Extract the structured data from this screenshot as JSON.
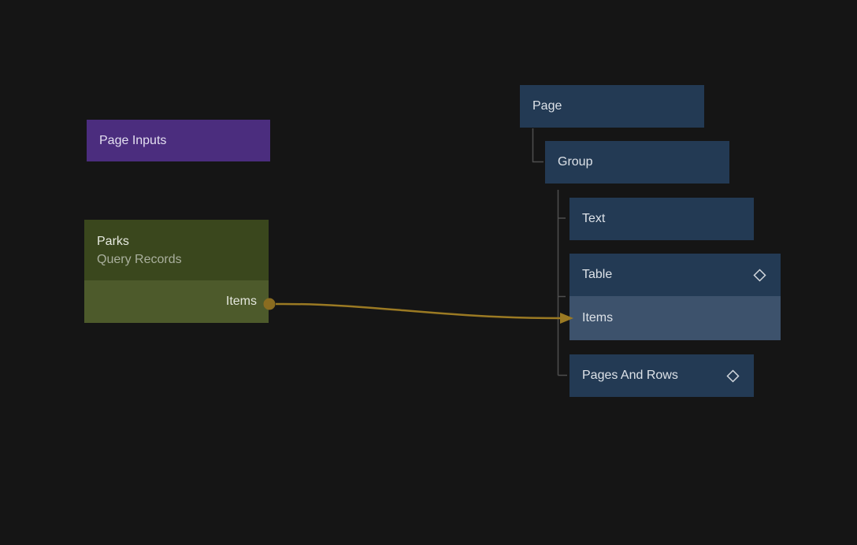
{
  "app": {
    "background_color": "#151515",
    "view": "component-canvas"
  },
  "nodes": {
    "page_inputs": {
      "label": "Page Inputs",
      "color": "#4b2d7e",
      "text_color": "#e3dff0"
    },
    "query": {
      "title": "Parks",
      "subtitle": "Query Records",
      "header_color": "#3a471d",
      "footer_color": "#4d5a2b",
      "title_color": "#e7eae0",
      "subtitle_color": "#a9af9d",
      "output_port": {
        "label": "Items",
        "label_color": "#e4e7dd",
        "port_color": "#8a6c20"
      }
    }
  },
  "tree": {
    "node_color": "#233a54",
    "highlight_color": "#3d526c",
    "line_color": "#4e4e4e",
    "icon_color": "#d3d8de",
    "text_color": "#dde2e8",
    "nodes": {
      "page": {
        "label": "Page"
      },
      "group": {
        "label": "Group"
      },
      "text": {
        "label": "Text"
      },
      "table": {
        "label": "Table",
        "icon": "diamond-outline-icon"
      },
      "table_items": {
        "label": "Items",
        "highlighted": true
      },
      "pages_and_rows": {
        "label": "Pages And Rows",
        "icon": "diamond-outline-icon"
      }
    }
  },
  "edge": {
    "source": "Parks query Items output",
    "target": "Items tree node",
    "color": "#9b7a23"
  }
}
